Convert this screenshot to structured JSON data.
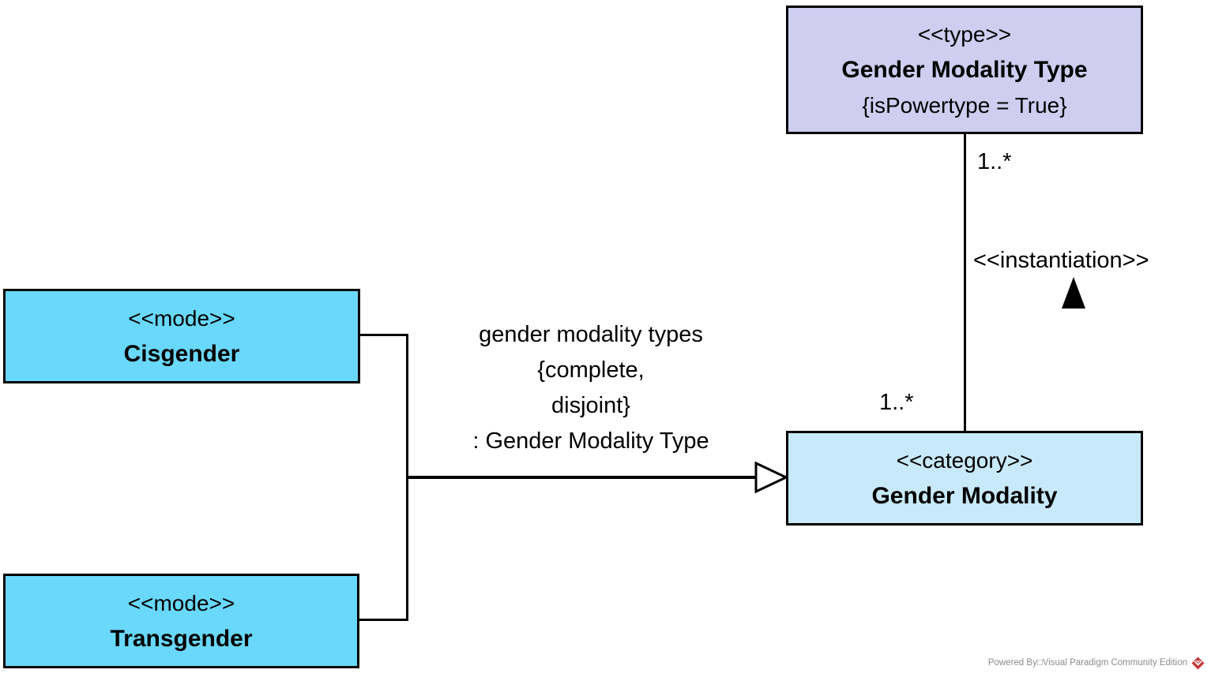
{
  "diagram": {
    "classes": [
      {
        "id": "gender-modality-type",
        "stereotype": "<<type>>",
        "name": "Gender Modality Type",
        "constraint": "{isPowertype = True}"
      },
      {
        "id": "gender-modality",
        "stereotype": "<<category>>",
        "name": "Gender Modality"
      },
      {
        "id": "cisgender",
        "stereotype": "<<mode>>",
        "name": "Cisgender"
      },
      {
        "id": "transgender",
        "stereotype": "<<mode>>",
        "name": "Transgender"
      }
    ],
    "instantiation": {
      "label": "<<instantiation>>",
      "multiplicity_top": "1..*",
      "multiplicity_bottom": "1..*"
    },
    "generalization": {
      "label_line1": "gender modality types",
      "label_line2": "{complete,",
      "label_line3": "disjoint}",
      "label_line4": ": Gender Modality Type"
    },
    "footer": {
      "text": "Powered By□Visual Paradigm Community Edition"
    },
    "colors": {
      "type_fill": "#CFCDF0",
      "category_fill": "#C7E9F9",
      "mode_fill": "#69D8FB",
      "line": "#000000",
      "footer_text": "#8C8C8C",
      "logo_red": "#C8393B"
    }
  }
}
